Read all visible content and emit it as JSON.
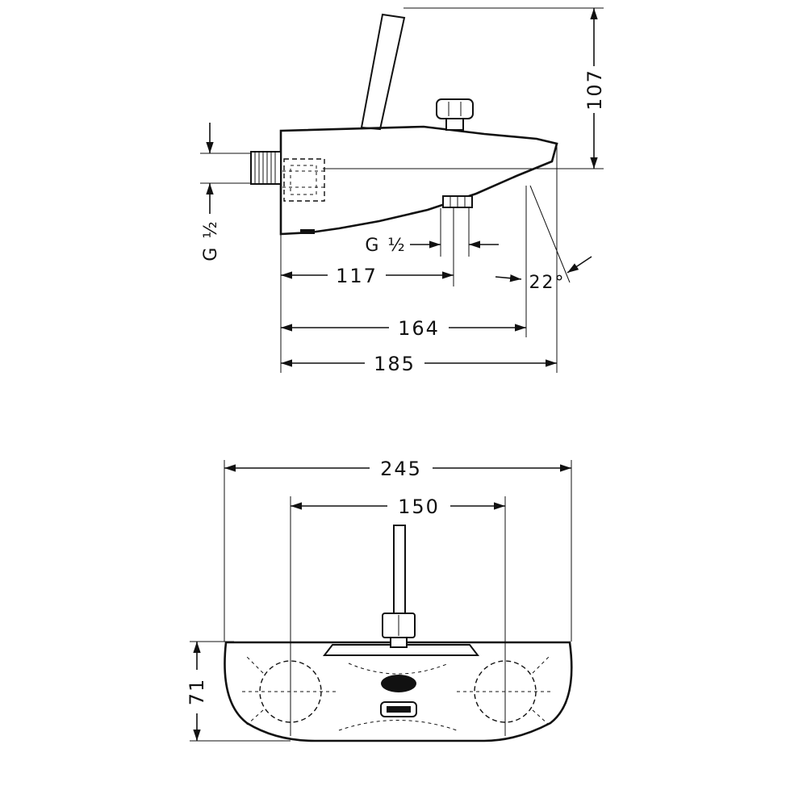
{
  "side_view": {
    "dim_height": "107",
    "dim_inlet_offset": "117",
    "dim_spout_depth": "164",
    "dim_total_depth": "185",
    "thread_inlet": "G ½",
    "thread_outlet": "G ½",
    "spout_angle": "22°"
  },
  "front_view": {
    "dim_total_width": "245",
    "dim_handle_spacing": "150",
    "dim_body_height": "71"
  },
  "colors": {
    "line": "#111111",
    "background": "#ffffff"
  }
}
